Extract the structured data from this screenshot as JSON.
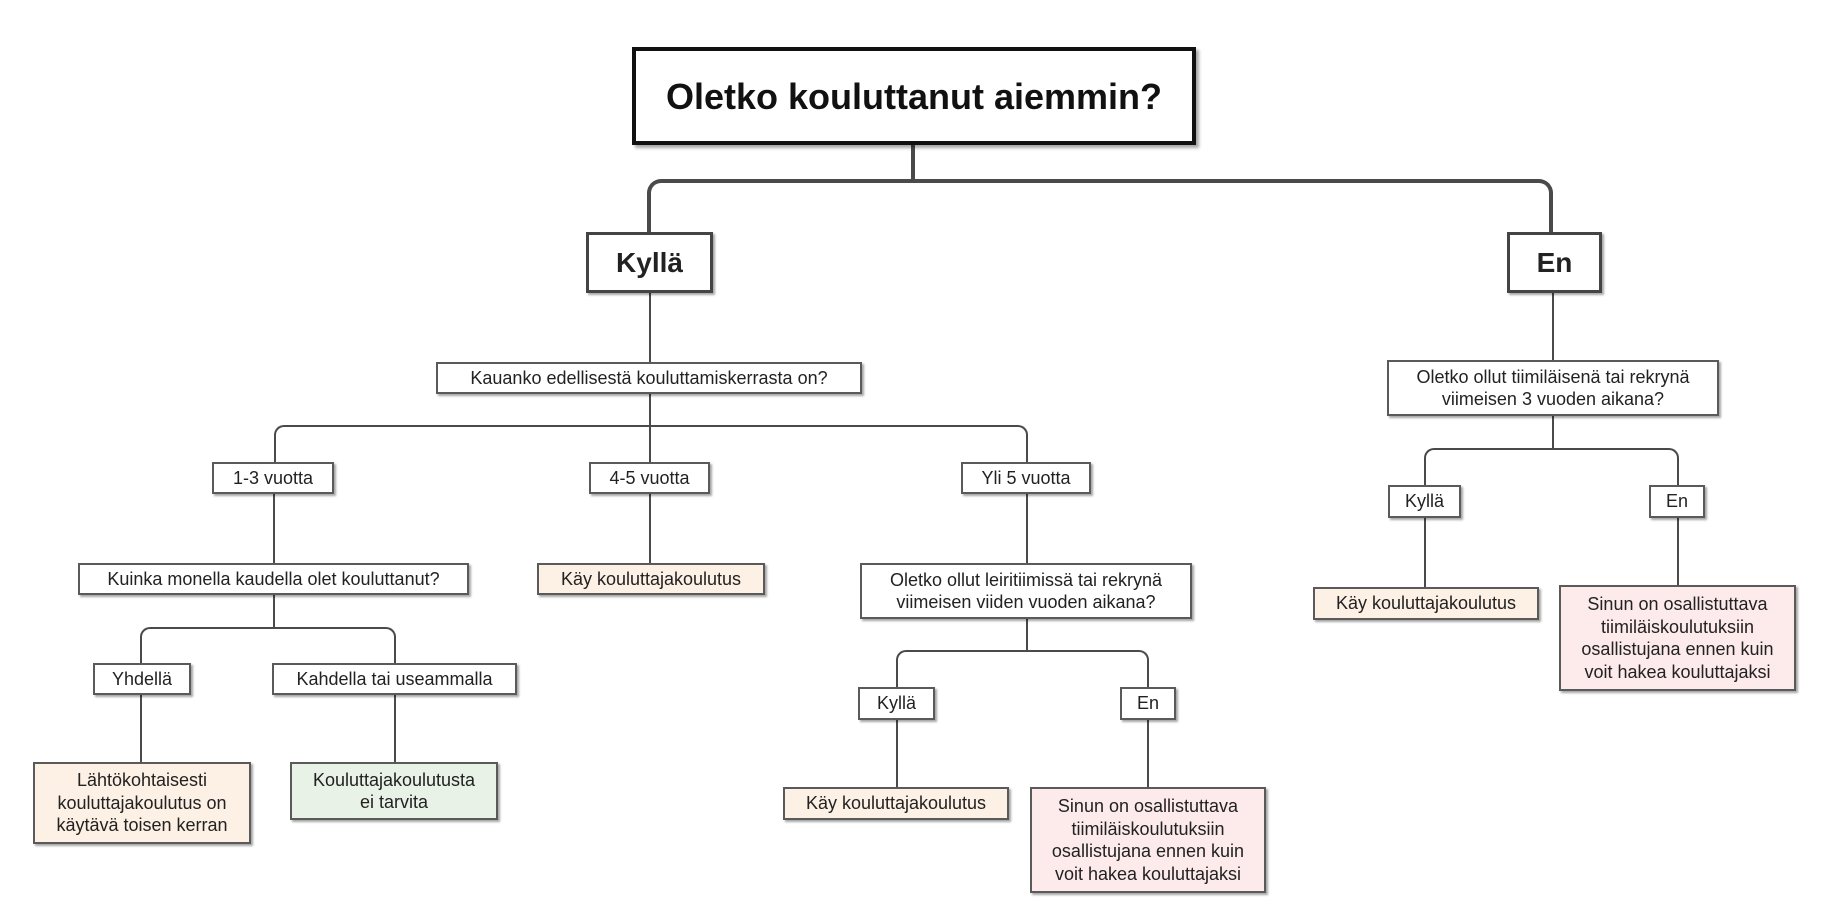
{
  "root": {
    "label": "Oletko kouluttanut aiemmin?"
  },
  "yes": {
    "label": "Kyllä",
    "question": "Kauanko edellisestä kouluttamiskerrasta on?",
    "opt1": {
      "label": "1-3 vuotta",
      "question": "Kuinka monella kaudella olet kouluttanut?",
      "once": {
        "label": "Yhdellä",
        "result": "Lähtökohtaisesti\nkouluttajakoulutus on\nkäytävä toisen kerran"
      },
      "more": {
        "label": "Kahdella tai useammalla",
        "result": "Kouluttajakoulutusta\nei tarvita"
      }
    },
    "opt2": {
      "label": "4-5 vuotta",
      "result": "Käy kouluttajakoulutus"
    },
    "opt3": {
      "label": "Yli 5 vuotta",
      "question": "Oletko ollut leiritiimissä tai rekrynä\nviimeisen viiden vuoden aikana?",
      "yes": {
        "label": "Kyllä",
        "result": "Käy kouluttajakoulutus"
      },
      "no": {
        "label": "En",
        "result": "Sinun on osallistuttava\ntiimiläiskoulutuksiin\nosallistujana ennen kuin\nvoit hakea kouluttajaksi"
      }
    }
  },
  "no": {
    "label": "En",
    "question": "Oletko ollut tiimiläisenä tai rekrynä\nviimeisen 3 vuoden aikana?",
    "yes": {
      "label": "Kyllä",
      "result": "Käy kouluttajakoulutus"
    },
    "no": {
      "label": "En",
      "result": "Sinun on osallistuttava\ntiimiläiskoulutuksiin\nosallistujana ennen kuin\nvoit hakea kouluttajaksi"
    }
  },
  "colors": {
    "outcome_train": "#fdf0e4",
    "outcome_none": "#e8f2e6",
    "outcome_blocked": "#fdeaea",
    "line": "#4a4a4a"
  }
}
